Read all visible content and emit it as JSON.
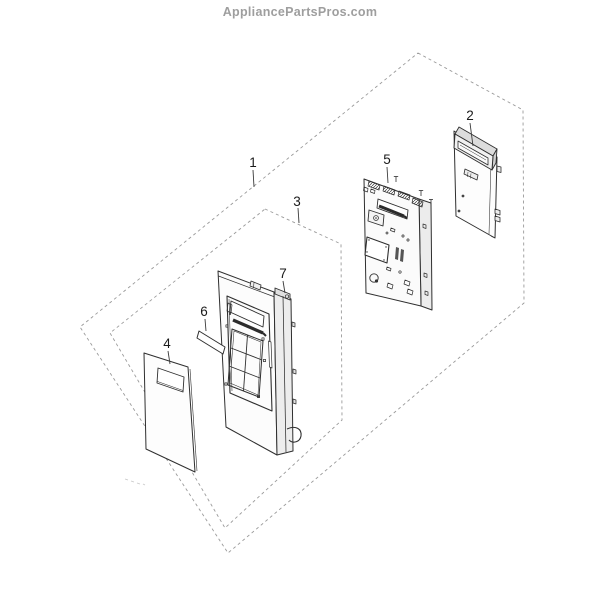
{
  "page": {
    "watermark": "AppliancePartsPros.com",
    "background_color": "#ffffff",
    "watermark_color": "#9e9e9e"
  },
  "diagram": {
    "line_color": "#2f2f2f",
    "boundary_dash_color": "#9a9a9a",
    "callouts": [
      {
        "number": "1"
      },
      {
        "number": "2"
      },
      {
        "number": "3"
      },
      {
        "number": "4"
      },
      {
        "number": "5"
      },
      {
        "number": "6"
      },
      {
        "number": "7"
      }
    ]
  }
}
